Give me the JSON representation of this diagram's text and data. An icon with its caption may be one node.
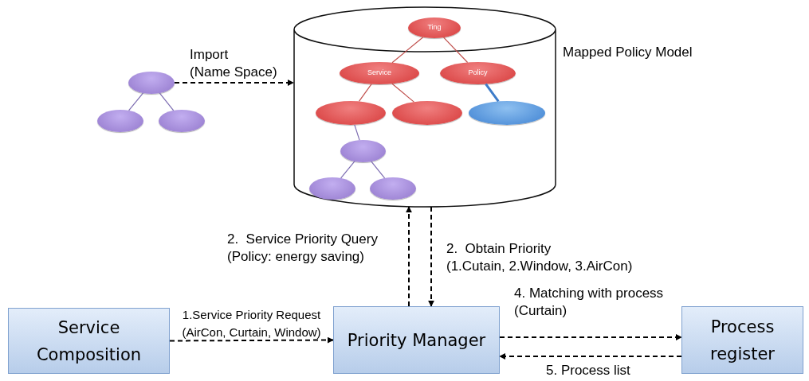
{
  "diagram": {
    "nodes": [
      {
        "text": [
          "Service Composition"
        ]
      },
      {
        "text": [
          "Priority Manager"
        ]
      },
      {
        "text": [
          "Process register"
        ]
      },
      {
        "text": [
          "Mapped Policy Model"
        ]
      },
      {
        "text": [
          "Ting"
        ],
        "in": 3
      },
      {
        "text": [
          "Service"
        ],
        "in": 3
      },
      {
        "text": [
          "Policy"
        ],
        "in": 3
      },
      {
        "text": [],
        "shape": "ellipse",
        "in": 3
      },
      {
        "text": [],
        "shape": "ellipse",
        "in": 3
      },
      {
        "text": [],
        "shape": "ellipse",
        "in": 3
      },
      {
        "text": [],
        "shape": "ellipse",
        "in": 3
      },
      {
        "text": [],
        "shape": "ellipse",
        "in": 3
      },
      {
        "text": [],
        "shape": "ellipse",
        "in": 3
      },
      {
        "text": [],
        "shape": "ellipse"
      },
      {
        "text": [],
        "shape": "ellipse"
      },
      {
        "text": [],
        "shape": "ellipse"
      }
    ],
    "edges": [
      {
        "from": 4,
        "to": 5,
        "arrow": "none",
        "color": "#c0504d"
      },
      {
        "from": 4,
        "to": 6,
        "arrow": "none",
        "color": "#c0504d"
      },
      {
        "from": 5,
        "to": 7,
        "arrow": "none",
        "color": "#c0504d"
      },
      {
        "from": 5,
        "to": 8,
        "arrow": "none",
        "color": "#c0504d"
      },
      {
        "from": 6,
        "to": 9,
        "arrow": "none",
        "style": "thick",
        "color": "#3d7cc9"
      },
      {
        "from": 7,
        "to": 10,
        "arrow": "none",
        "color": "#7b6bb0"
      },
      {
        "from": 10,
        "to": 11,
        "arrow": "none",
        "color": "#7b6bb0"
      },
      {
        "from": 10,
        "to": 12,
        "arrow": "none",
        "color": "#7b6bb0"
      },
      {
        "from": 13,
        "to": 14,
        "arrow": "none",
        "color": "#7b6bb0"
      },
      {
        "from": 13,
        "to": 15,
        "arrow": "none",
        "color": "#7b6bb0"
      },
      {
        "from": 13,
        "to": 3,
        "arrow": "to",
        "style": "dashed",
        "label": "Import (Name Space)"
      },
      {
        "from": 1,
        "to": 3,
        "arrow": "to",
        "style": "dashed",
        "label": "2.  Service Priority Query (Policy: energy saving)"
      },
      {
        "from": 3,
        "to": 1,
        "arrow": "to",
        "style": "dashed",
        "label": "2.  Obtain Priority (1.Cutain, 2.Window, 3.AirCon)"
      },
      {
        "from": 0,
        "to": 1,
        "arrow": "to",
        "style": "dashed",
        "label": "1.Service Priority Request (AirCon, Curtain, Window)"
      },
      {
        "from": 1,
        "to": 2,
        "arrow": "to",
        "style": "dashed",
        "label": "4. Matching with process (Curtain)"
      },
      {
        "from": 2,
        "to": 1,
        "arrow": "to",
        "style": "dashed",
        "label": "5. Process list"
      }
    ]
  }
}
